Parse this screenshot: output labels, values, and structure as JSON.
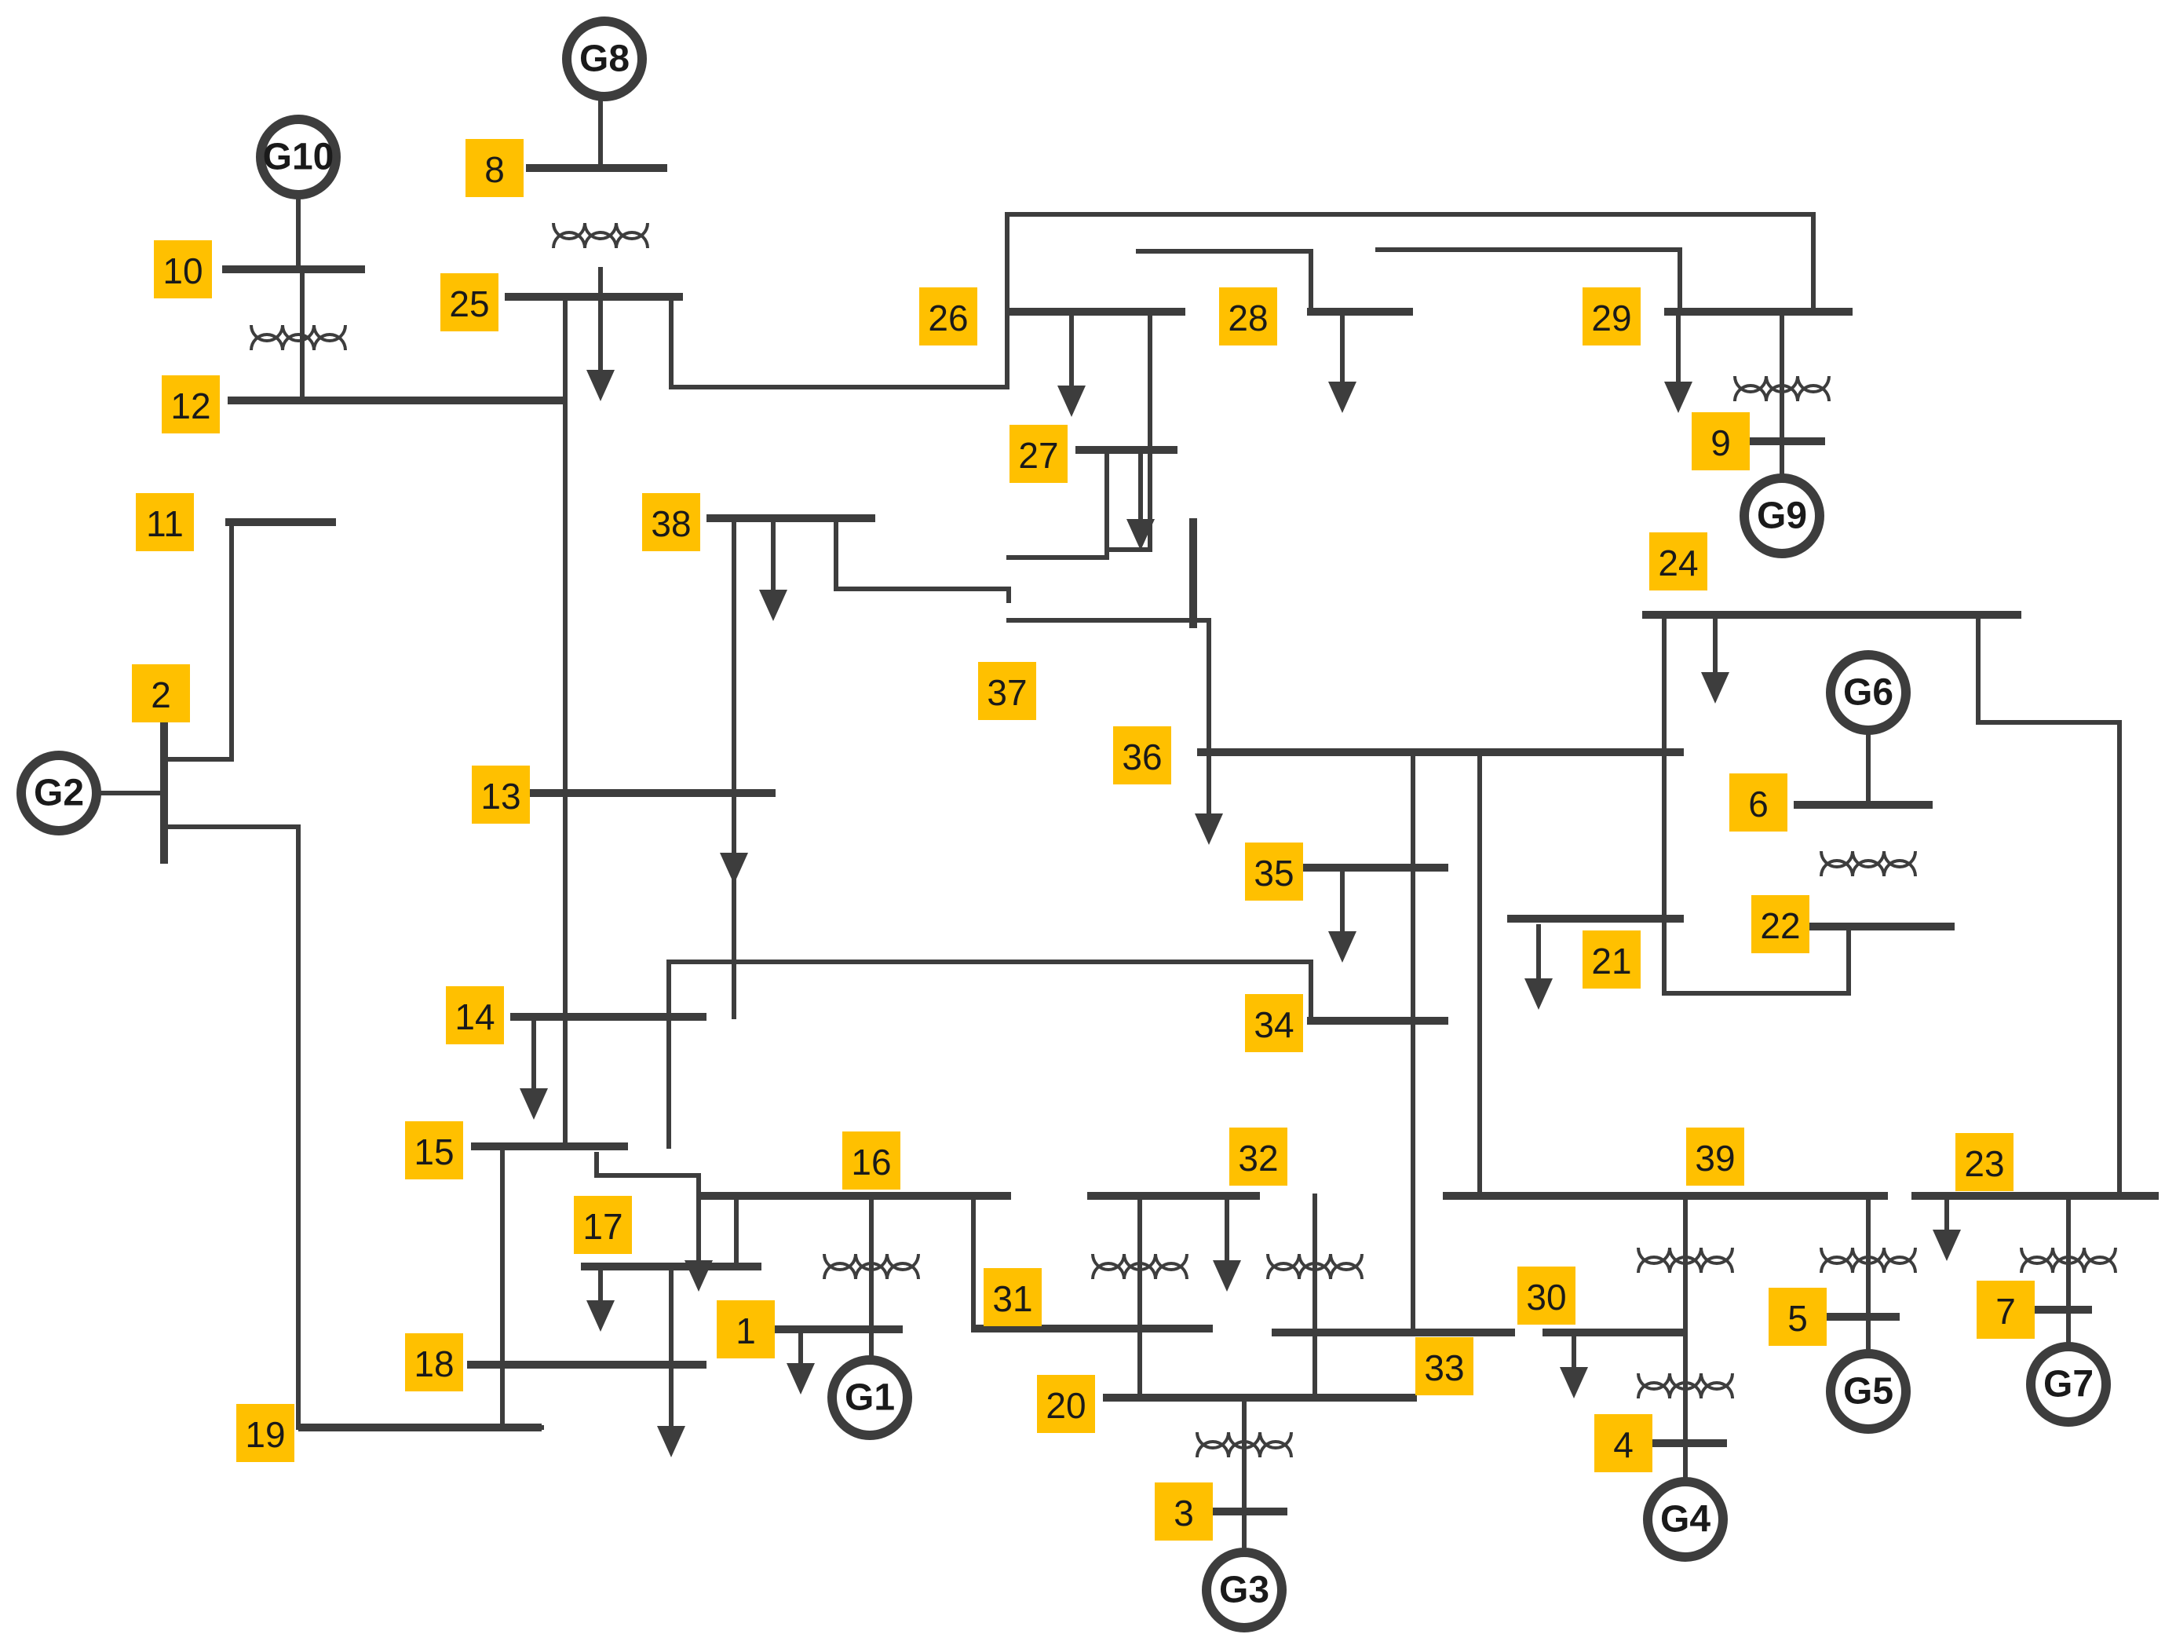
{
  "generators": [
    "G1",
    "G2",
    "G3",
    "G4",
    "G5",
    "G6",
    "G7",
    "G8",
    "G9",
    "G10"
  ],
  "buses": [
    "1",
    "2",
    "3",
    "4",
    "5",
    "6",
    "7",
    "8",
    "9",
    "10",
    "11",
    "12",
    "13",
    "14",
    "15",
    "16",
    "17",
    "18",
    "19",
    "20",
    "21",
    "22",
    "23",
    "24",
    "25",
    "26",
    "27",
    "28",
    "29",
    "30",
    "31",
    "32",
    "33",
    "34",
    "35",
    "36",
    "37",
    "38",
    "39"
  ],
  "colors": {
    "line": "#3d3d3d",
    "label_fill": "#ffc000",
    "generator_fill": "#ffffff"
  },
  "icons": {
    "generator": "generator-icon",
    "transformer": "transformer-icon",
    "load": "load-arrow-icon"
  }
}
